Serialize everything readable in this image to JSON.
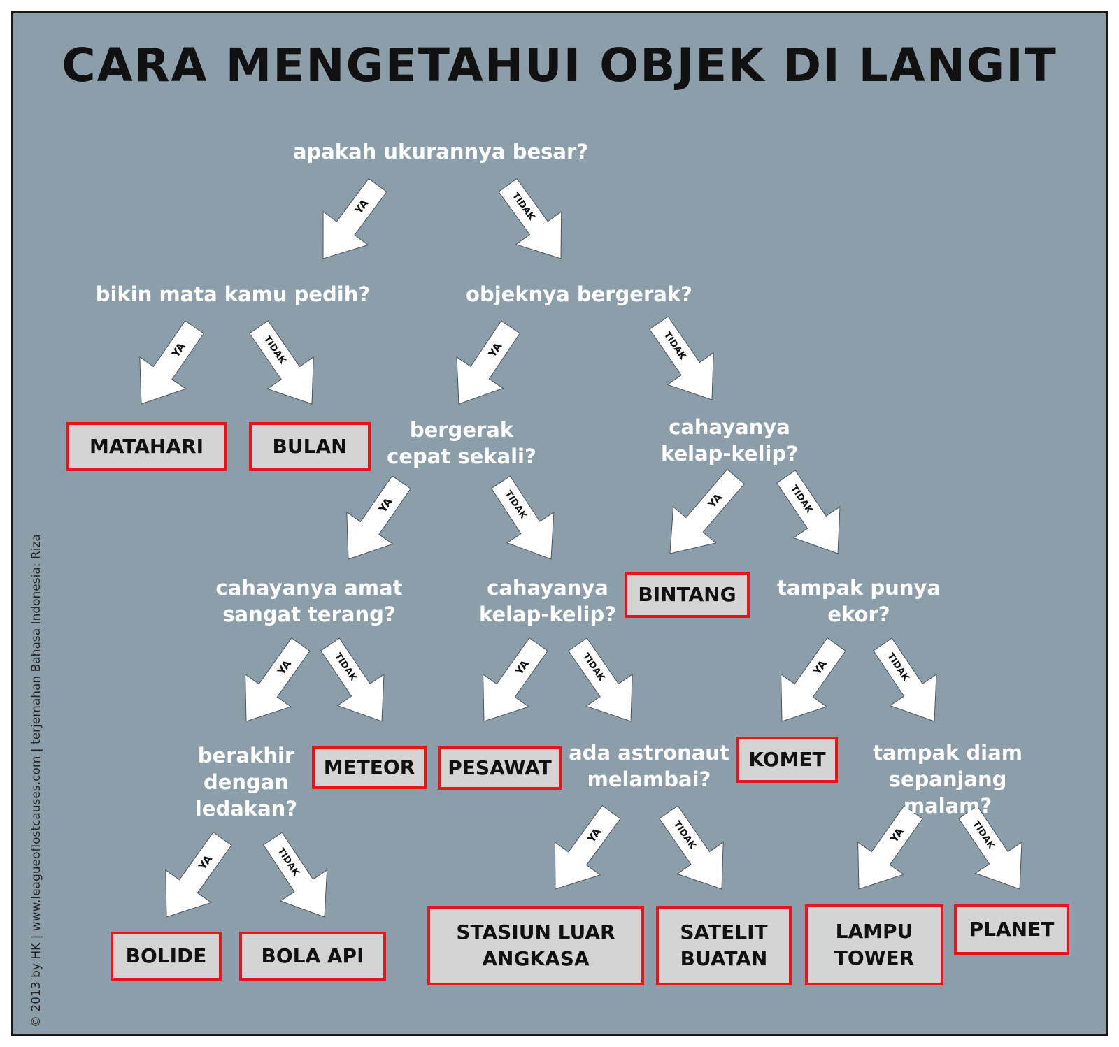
{
  "title": "CARA MENGETAHUI OBJEK DI LANGIT",
  "labels": {
    "yes": "YA",
    "no": "TIDAK"
  },
  "questions": {
    "q_besar": "apakah ukurannya besar?",
    "q_pedih": "bikin mata kamu pedih?",
    "q_gerak": "objeknya bergerak?",
    "q_cepat": "bergerak\ncepat sekali?",
    "q_kelip1": "cahayanya\nkelap-kelip?",
    "q_terang": "cahayanya amat\nsangat terang?",
    "q_kelip2": "cahayanya\nkelap-kelip?",
    "q_ekor": "tampak punya\nekor?",
    "q_ledakan": "berakhir\ndengan\nledakan?",
    "q_astronaut": "ada astronaut\nmelambai?",
    "q_diam": "tampak diam\nsepanjang malam?"
  },
  "answers": {
    "matahari": "MATAHARI",
    "bulan": "BULAN",
    "bintang": "BINTANG",
    "meteor": "METEOR",
    "pesawat": "PESAWAT",
    "komet": "KOMET",
    "bolide": "BOLIDE",
    "bola_api": "BOLA API",
    "stasiun": "STASIUN LUAR\nANGKASA",
    "satelit": "SATELIT\nBUATAN",
    "lampu": "LAMPU\nTOWER",
    "planet": "PLANET"
  },
  "edges": [
    {
      "from": "q_besar",
      "to": "q_pedih",
      "label": "YA"
    },
    {
      "from": "q_besar",
      "to": "q_gerak",
      "label": "TIDAK"
    },
    {
      "from": "q_pedih",
      "to": "matahari",
      "label": "YA"
    },
    {
      "from": "q_pedih",
      "to": "bulan",
      "label": "TIDAK"
    },
    {
      "from": "q_gerak",
      "to": "q_cepat",
      "label": "YA"
    },
    {
      "from": "q_gerak",
      "to": "q_kelip1",
      "label": "TIDAK"
    },
    {
      "from": "q_cepat",
      "to": "q_terang",
      "label": "YA"
    },
    {
      "from": "q_cepat",
      "to": "q_kelip2",
      "label": "TIDAK"
    },
    {
      "from": "q_kelip1",
      "to": "bintang",
      "label": "YA"
    },
    {
      "from": "q_kelip1",
      "to": "q_ekor",
      "label": "TIDAK"
    },
    {
      "from": "q_terang",
      "to": "q_ledakan",
      "label": "YA"
    },
    {
      "from": "q_terang",
      "to": "meteor",
      "label": "TIDAK"
    },
    {
      "from": "q_kelip2",
      "to": "pesawat",
      "label": "YA"
    },
    {
      "from": "q_kelip2",
      "to": "q_astronaut",
      "label": "TIDAK"
    },
    {
      "from": "q_ekor",
      "to": "komet",
      "label": "YA"
    },
    {
      "from": "q_ekor",
      "to": "q_diam",
      "label": "TIDAK"
    },
    {
      "from": "q_ledakan",
      "to": "bolide",
      "label": "YA"
    },
    {
      "from": "q_ledakan",
      "to": "bola_api",
      "label": "TIDAK"
    },
    {
      "from": "q_astronaut",
      "to": "stasiun",
      "label": "YA"
    },
    {
      "from": "q_astronaut",
      "to": "satelit",
      "label": "TIDAK"
    },
    {
      "from": "q_diam",
      "to": "lampu",
      "label": "YA"
    },
    {
      "from": "q_diam",
      "to": "planet",
      "label": "TIDAK"
    }
  ],
  "credit": "© 2013 by HK | www.leagueoflostcauses.com | terjemahan Bahasa Indonesia: Riza",
  "colors": {
    "background": "#8d9eab",
    "answer_border": "#e8141b",
    "answer_fill": "#d4d4d4",
    "question_text": "#ffffff"
  }
}
